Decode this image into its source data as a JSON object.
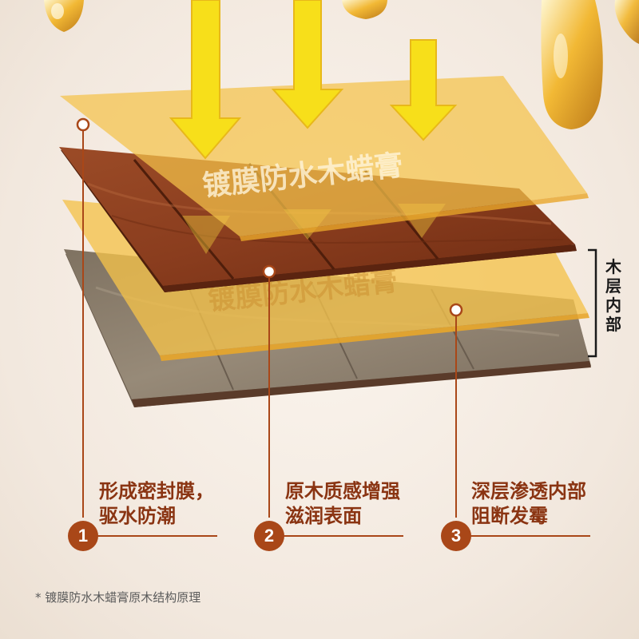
{
  "layers": {
    "top_label": "镀膜防水木蜡膏",
    "inner_label": "镀膜防水木蜡膏"
  },
  "side_label": "木层内部",
  "callouts": [
    {
      "number": "1",
      "line1": "形成密封膜，",
      "line2": "驱水防潮"
    },
    {
      "number": "2",
      "line1": "原木质感增强",
      "line2": "滋润表面"
    },
    {
      "number": "3",
      "line1": "深层渗透内部",
      "line2": "阻断发霉"
    }
  ],
  "footnote": "* 镀膜防水木蜡膏原木结构原理",
  "colors": {
    "accent": "#a94718",
    "text_brown": "#8a3412",
    "wax_yellow": "#f4c24a",
    "arrow_yellow": "#f7df1a",
    "wood_dark": "#8a3d1e",
    "wood_grey": "#8a7c6c"
  }
}
